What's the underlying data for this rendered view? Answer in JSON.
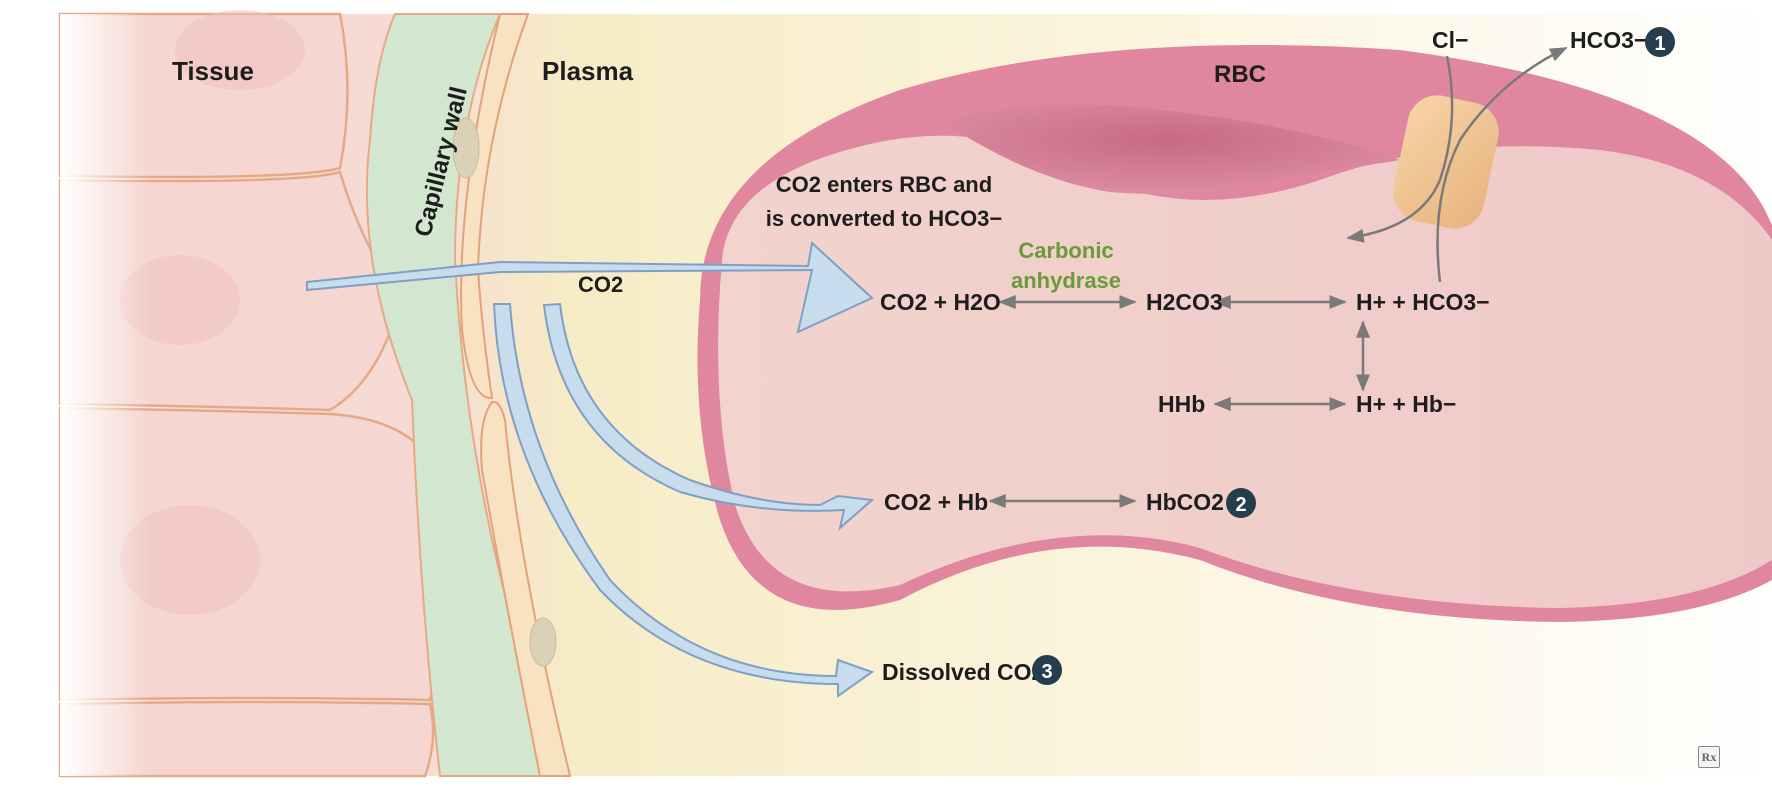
{
  "labels": {
    "tissue": "Tissue",
    "capillary_wall": "Capillary wall",
    "plasma": "Plasma",
    "rbc": "RBC",
    "co2_inflow": "CO2",
    "cl_ion": "Cl−",
    "hco3_out": "HCO3−",
    "enters_line1": "CO2 enters RBC and",
    "enters_line2": "is converted to HCO3−",
    "carbonic_line1": "Carbonic",
    "carbonic_line2": "anhydrase"
  },
  "reactions": {
    "co2_h2o": "CO2 + H2O",
    "h2co3": "H2CO3",
    "h_hco3": "H+ + HCO3−",
    "hhb": "HHb",
    "h_hb": "H+ + Hb−",
    "co2_hb": "CO2 + Hb",
    "hbco2": "HbCO2",
    "dissolved": "Dissolved CO2"
  },
  "markers": {
    "m1": "1",
    "m2": "2",
    "m3": "3"
  },
  "logo": "Rx",
  "colors": {
    "tissue": "#f6dcd6",
    "capillary_wall": "#d8ead6",
    "plasma": "#f6edc8",
    "rbc_outer": "#e0879f",
    "rbc_inner": "#f1d0cc",
    "arrow_fill": "#c7dcec",
    "arrow_stroke": "#7f9fc4",
    "enzyme_green": "#6b9a3a",
    "channel": "#eec292",
    "marker": "#263d4e"
  }
}
